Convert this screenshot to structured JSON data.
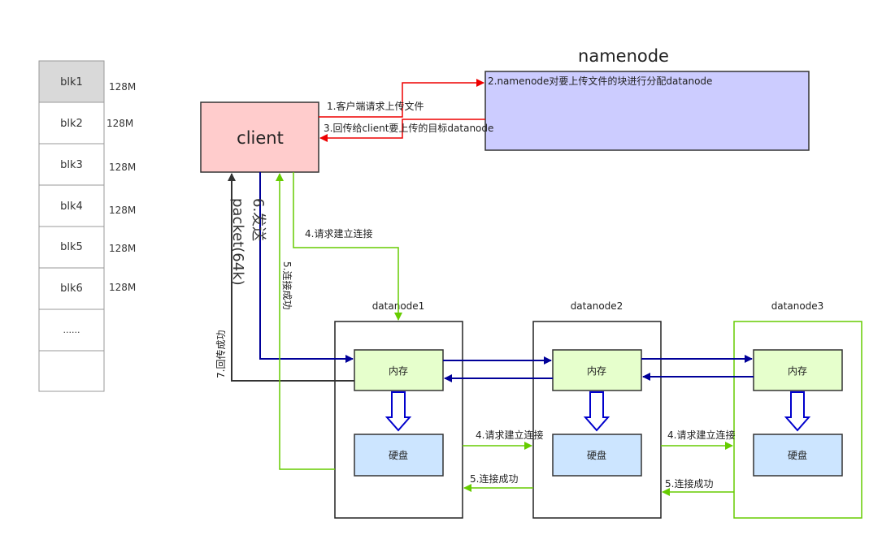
{
  "blocks": {
    "items": [
      {
        "label": "blk1",
        "size": "128M"
      },
      {
        "label": "blk2",
        "size": "128M"
      },
      {
        "label": "blk3",
        "size": "128M"
      },
      {
        "label": "blk4",
        "size": "128M"
      },
      {
        "label": "blk5",
        "size": "128M"
      },
      {
        "label": "blk6",
        "size": "128M"
      },
      {
        "label": "......",
        "size": ""
      },
      {
        "label": "",
        "size": ""
      }
    ]
  },
  "nodes": {
    "client": "client",
    "namenode_title": "namenode",
    "namenode_desc": "2.namenode对要上传文件的块进行分配datanode",
    "datanodes": [
      {
        "title": "datanode1",
        "memory": "内存",
        "disk": "硬盘"
      },
      {
        "title": "datanode2",
        "memory": "内存",
        "disk": "硬盘"
      },
      {
        "title": "datanode3",
        "memory": "内存",
        "disk": "硬盘"
      }
    ]
  },
  "labels": {
    "step1": "1.客户端请求上传文件",
    "step3": "3.回传给client要上传的目标datanode",
    "step4_client": "4.请求建立连接",
    "step4_dn12": "4.请求建立连接",
    "step4_dn23": "4.请求建立连接",
    "step5_client": "5.连接成功",
    "step5_dn21": "5.连接成功",
    "step5_dn32": "5.连接成功",
    "step6_line1": "6.发送",
    "step6_line2": "packet(64k)",
    "step7": "7.回传成功"
  },
  "colors": {
    "client_fill": "#ffcccc",
    "namenode_fill": "#ccccff",
    "memory_fill": "#e6ffcc",
    "disk_fill": "#cce5ff",
    "request_red": "#ee0000",
    "green": "#66cc00",
    "blue": "#000099",
    "dark": "#333333"
  }
}
